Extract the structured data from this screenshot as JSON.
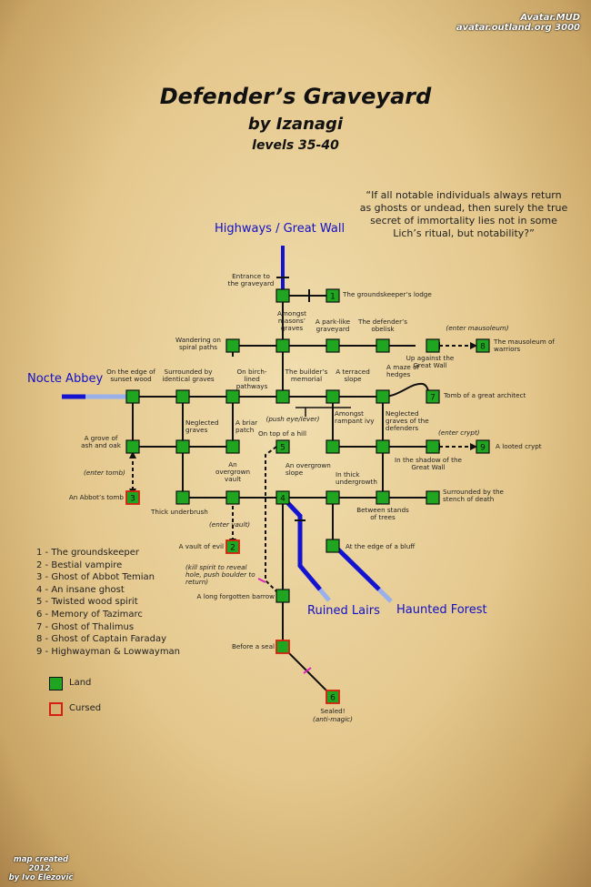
{
  "header": {
    "line1": "Avatar.MUD",
    "line2": "avatar.outland.org 3000"
  },
  "title": "Defender’s Graveyard",
  "subtitle": "by Izanagi",
  "levels": "levels 35-40",
  "quote": "“If all notable individuals always return as ghosts or undead, then surely the true secret of immortality lies not in some Lich’s ritual, but notability?”",
  "exits": {
    "north": "Highways / Great Wall",
    "west": "Nocte Abbey",
    "ruined": "Ruined Lairs",
    "forest": "Haunted Forest"
  },
  "rooms": {
    "entrance": "Entrance to the graveyard",
    "lodge": "The groundskeeper’s lodge",
    "masons": "Amongst masons’ graves",
    "parklike": "A park-like graveyard",
    "obelisk": "The defender’s obelisk",
    "wandering": "Wandering on spiral paths",
    "against_wall": "Up against the Great Wall",
    "mausoleum": "The mausoleum of warriors",
    "sunset": "On the edge of sunset wood",
    "identical": "Surrounded by identical graves",
    "birch": "On birch-lined pathways",
    "memorial": "The builder’s memorial",
    "terraced": "A terraced slope",
    "maze": "A maze of hedges",
    "architect": "Tomb of a great architect",
    "grove": "A grove of ash and oak",
    "neglected": "Neglected graves",
    "briar": "A briar patch",
    "hilltop": "On top of a hill",
    "rampant": "Amongst rampant ivy",
    "neglected_def": "Neglected graves of the defenders",
    "shadow": "In the shadow of the Great Wall",
    "crypt": "A looted crypt",
    "abbot": "An Abbot’s tomb",
    "overgrown_vault": "An overgrown vault",
    "overgrown_slope": "An overgrown slope",
    "thick_undergrowth": "In thick undergrowth",
    "thick_underbrush": "Thick underbrush",
    "stench": "Surrounded by the stench of death",
    "between_trees": "Between stands of trees",
    "vault_evil": "A vault of evil",
    "bluff": "At the edge of a bluff",
    "barrow": "A long forgotten barrow",
    "seal": "Before a seal",
    "sealed": "Sealed!",
    "antimagic": "(anti-magic)"
  },
  "notes": {
    "enter_mausoleum": "(enter mausoleum)",
    "push_eye": "(push eye/lever)",
    "enter_crypt": "(enter crypt)",
    "enter_tomb": "(enter tomb)",
    "enter_vault": "(enter vault)",
    "kill_spirit": "(kill spirit to reveal hole, push boulder to return)"
  },
  "node_numbers": [
    "1",
    "2",
    "3",
    "4",
    "5",
    "6",
    "7",
    "8",
    "9"
  ],
  "mobs": [
    "1 - The groundskeeper",
    "2 - Bestial vampire",
    "3 - Ghost of Abbot Temian",
    "4 - An insane ghost",
    "5 - Twisted wood spirit",
    "6 - Memory of Tazimarc",
    "7 - Ghost of Thalimus",
    "8 - Ghost of Captain Faraday",
    "9 - Highwayman & Lowwayman"
  ],
  "legend": {
    "land": "Land",
    "cursed": "Cursed"
  },
  "credits": {
    "line1": "map created 2012.",
    "line2": "by Ivo Elezović"
  },
  "colors": {
    "land": "#1fa51f",
    "cursed_border": "#d42010",
    "exit_path": "#1010c8",
    "exit_fade": "#8fa6e8",
    "marker": "#e020c0",
    "paper": "#e8cf98"
  }
}
